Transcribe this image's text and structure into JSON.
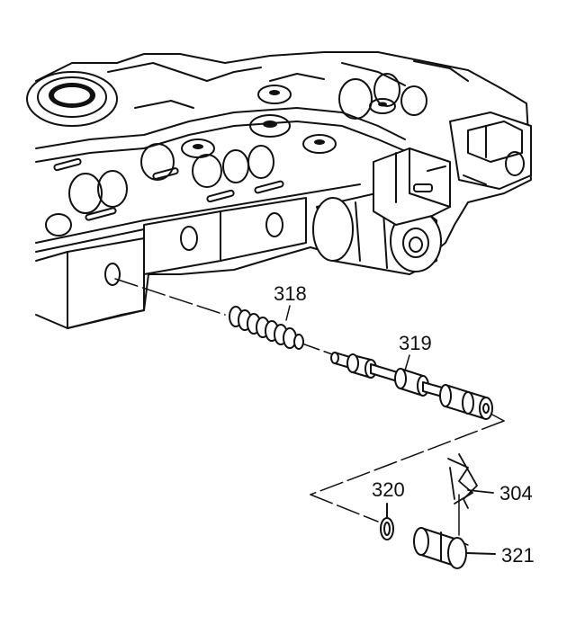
{
  "callouts": {
    "c318": "318",
    "c319": "319",
    "c320": "320",
    "c304": "304",
    "c321": "321"
  },
  "colors": {
    "ink": "#111111",
    "background": "#ffffff"
  }
}
